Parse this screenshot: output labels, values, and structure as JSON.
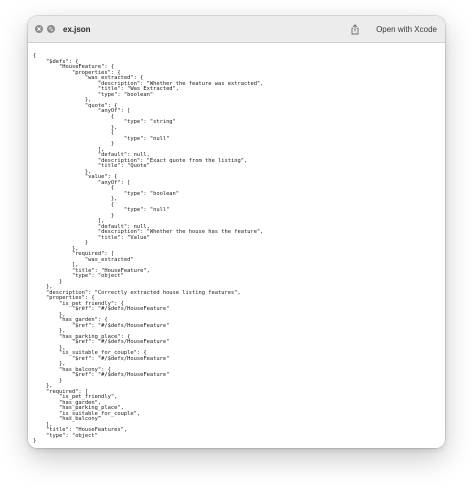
{
  "window": {
    "file_name": "ex.json",
    "open_with_label": "Open with Xcode",
    "close_icon": "close-icon",
    "minimize_icon": "minimize-icon",
    "share_icon": "share-icon"
  },
  "document": {
    "text": "{\n    \"$defs\": {\n        \"HouseFeature\": {\n            \"properties\": {\n                \"was_extracted\": {\n                    \"description\": \"Whether the feature was extracted\",\n                    \"title\": \"Was Extracted\",\n                    \"type\": \"boolean\"\n                },\n                \"quote\": {\n                    \"anyOf\": [\n                        {\n                            \"type\": \"string\"\n                        },\n                        {\n                            \"type\": \"null\"\n                        }\n                    ],\n                    \"default\": null,\n                    \"description\": \"Exact quote from the listing\",\n                    \"title\": \"Quote\"\n                },\n                \"value\": {\n                    \"anyOf\": [\n                        {\n                            \"type\": \"boolean\"\n                        },\n                        {\n                            \"type\": \"null\"\n                        }\n                    ],\n                    \"default\": null,\n                    \"description\": \"Whether the house has the feature\",\n                    \"title\": \"Value\"\n                }\n            },\n            \"required\": [\n                \"was_extracted\"\n            ],\n            \"title\": \"HouseFeature\",\n            \"type\": \"object\"\n        }\n    },\n    \"description\": \"Correctly extracted house listing features\",\n    \"properties\": {\n        \"is_pet_friendly\": {\n            \"$ref\": \"#/$defs/HouseFeature\"\n        },\n        \"has_garden\": {\n            \"$ref\": \"#/$defs/HouseFeature\"\n        },\n        \"has_parking_place\": {\n            \"$ref\": \"#/$defs/HouseFeature\"\n        },\n        \"is_suitable_for_couple\": {\n            \"$ref\": \"#/$defs/HouseFeature\"\n        },\n        \"has_balcony\": {\n            \"$ref\": \"#/$defs/HouseFeature\"\n        }\n    },\n    \"required\": [\n        \"is_pet_friendly\",\n        \"has_garden\",\n        \"has_parking_place\",\n        \"is_suitable_for_couple\",\n        \"has_balcony\"\n    ],\n    \"title\": \"HouseFeatures\",\n    \"type\": \"object\"\n}"
  }
}
